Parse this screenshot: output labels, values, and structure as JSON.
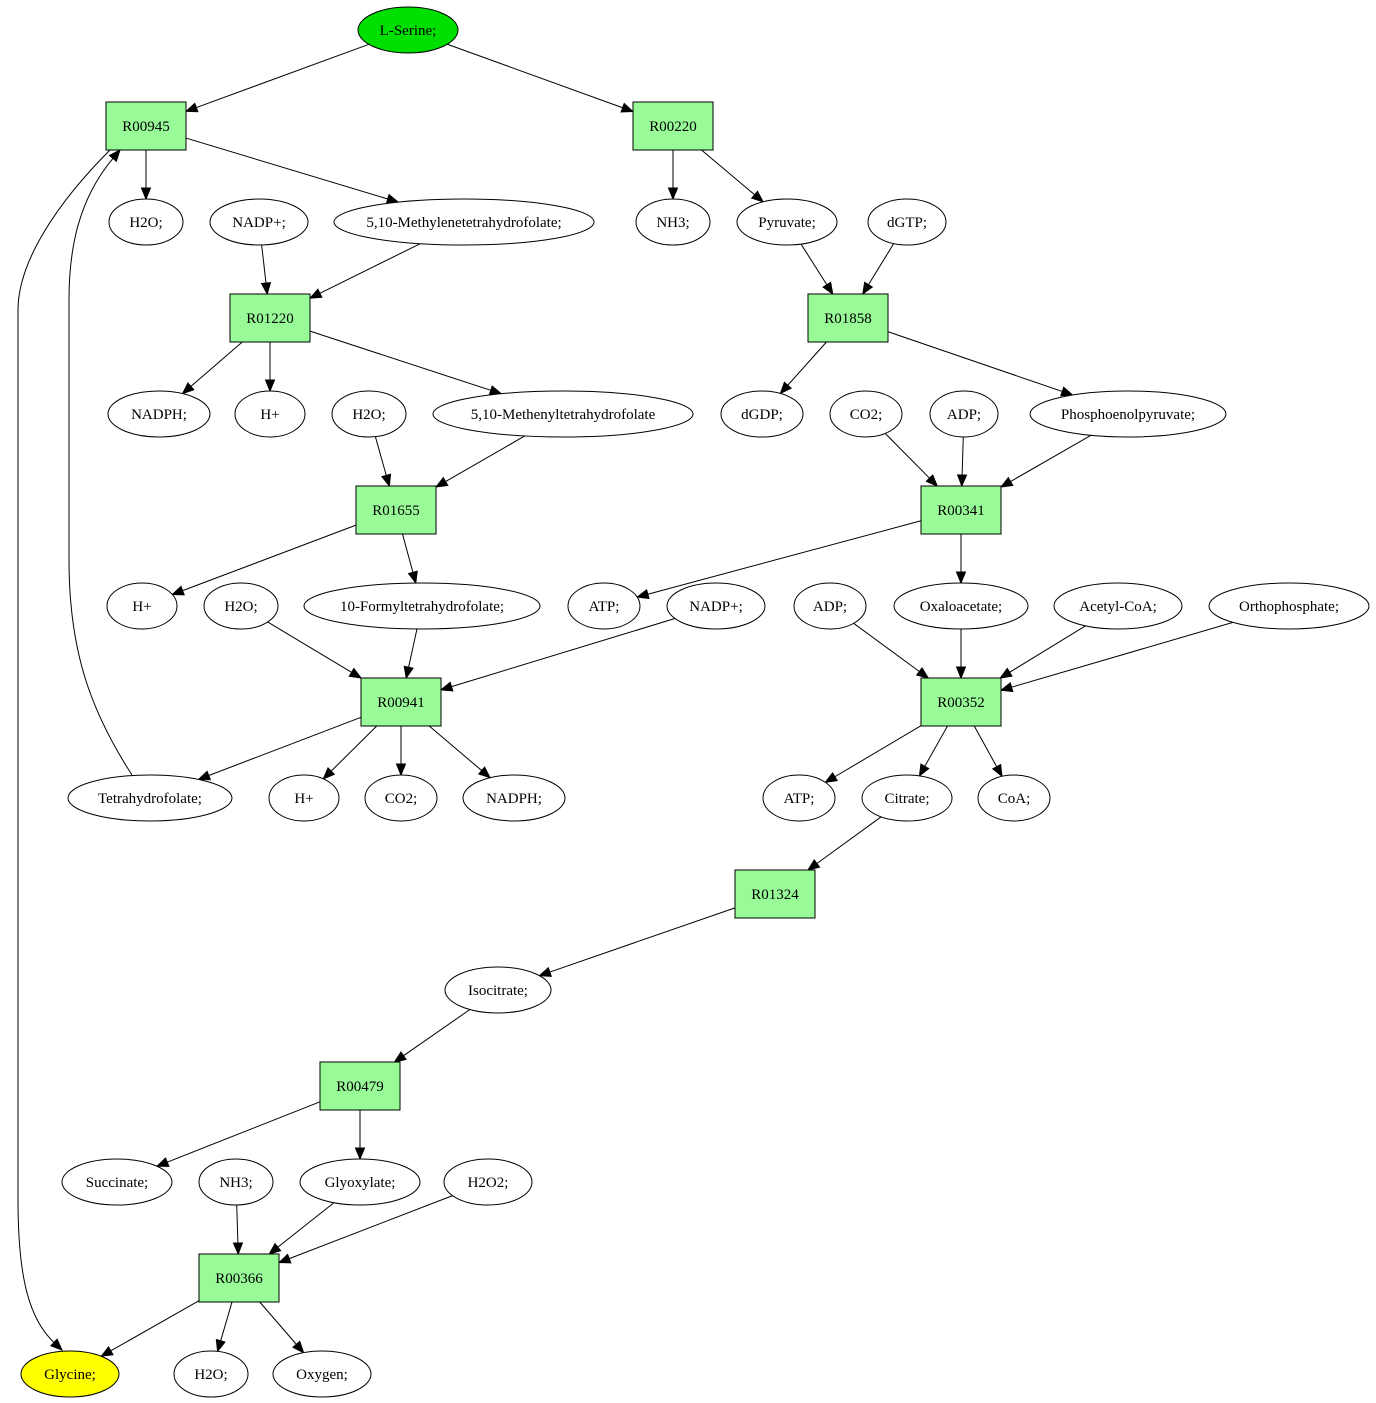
{
  "colors": {
    "start": "#00e000",
    "end": "#ffff00",
    "reaction": "#98fb98",
    "compound": "#ffffff"
  },
  "nodes": {
    "lserine": {
      "label": "L-Serine;",
      "type": "compound",
      "role": "start"
    },
    "r00945": {
      "label": "R00945",
      "type": "reaction"
    },
    "r00220": {
      "label": "R00220",
      "type": "reaction"
    },
    "h2o_a": {
      "label": "H2O;",
      "type": "compound"
    },
    "nadpp_a": {
      "label": "NADP+;",
      "type": "compound"
    },
    "mthf": {
      "label": "5,10-Methylenetetrahydrofolate;",
      "type": "compound"
    },
    "nh3_a": {
      "label": "NH3;",
      "type": "compound"
    },
    "pyruvate": {
      "label": "Pyruvate;",
      "type": "compound"
    },
    "dgtp": {
      "label": "dGTP;",
      "type": "compound"
    },
    "r01220": {
      "label": "R01220",
      "type": "reaction"
    },
    "r01858": {
      "label": "R01858",
      "type": "reaction"
    },
    "nadph_a": {
      "label": "NADPH;",
      "type": "compound"
    },
    "hplus_a": {
      "label": "H+",
      "type": "compound"
    },
    "h2o_b": {
      "label": "H2O;",
      "type": "compound"
    },
    "methenyl": {
      "label": "5,10-Methenyltetrahydrofolate",
      "type": "compound"
    },
    "dgdp": {
      "label": "dGDP;",
      "type": "compound"
    },
    "co2_a": {
      "label": "CO2;",
      "type": "compound"
    },
    "adp_a": {
      "label": "ADP;",
      "type": "compound"
    },
    "pep": {
      "label": "Phosphoenolpyruvate;",
      "type": "compound"
    },
    "r01655": {
      "label": "R01655",
      "type": "reaction"
    },
    "r00341": {
      "label": "R00341",
      "type": "reaction"
    },
    "hplus_b": {
      "label": "H+",
      "type": "compound"
    },
    "h2o_c": {
      "label": "H2O;",
      "type": "compound"
    },
    "formyl": {
      "label": "10-Formyltetrahydrofolate;",
      "type": "compound"
    },
    "atp_a": {
      "label": "ATP;",
      "type": "compound"
    },
    "nadpp_b": {
      "label": "NADP+;",
      "type": "compound"
    },
    "adp_b": {
      "label": "ADP;",
      "type": "compound"
    },
    "oxaloacetate": {
      "label": "Oxaloacetate;",
      "type": "compound"
    },
    "acetylcoa": {
      "label": "Acetyl-CoA;",
      "type": "compound"
    },
    "orthophosphate": {
      "label": "Orthophosphate;",
      "type": "compound"
    },
    "r00941": {
      "label": "R00941",
      "type": "reaction"
    },
    "r00352": {
      "label": "R00352",
      "type": "reaction"
    },
    "thf": {
      "label": "Tetrahydrofolate;",
      "type": "compound"
    },
    "hplus_c": {
      "label": "H+",
      "type": "compound"
    },
    "co2_b": {
      "label": "CO2;",
      "type": "compound"
    },
    "nadph_b": {
      "label": "NADPH;",
      "type": "compound"
    },
    "atp_b": {
      "label": "ATP;",
      "type": "compound"
    },
    "citrate": {
      "label": "Citrate;",
      "type": "compound"
    },
    "coa": {
      "label": "CoA;",
      "type": "compound"
    },
    "r01324": {
      "label": "R01324",
      "type": "reaction"
    },
    "isocitrate": {
      "label": "Isocitrate;",
      "type": "compound"
    },
    "r00479": {
      "label": "R00479",
      "type": "reaction"
    },
    "succinate": {
      "label": "Succinate;",
      "type": "compound"
    },
    "nh3_b": {
      "label": "NH3;",
      "type": "compound"
    },
    "glyoxylate": {
      "label": "Glyoxylate;",
      "type": "compound"
    },
    "h2o2": {
      "label": "H2O2;",
      "type": "compound"
    },
    "r00366": {
      "label": "R00366",
      "type": "reaction"
    },
    "glycine": {
      "label": "Glycine;",
      "type": "compound",
      "role": "end"
    },
    "h2o_d": {
      "label": "H2O;",
      "type": "compound"
    },
    "oxygen": {
      "label": "Oxygen;",
      "type": "compound"
    }
  },
  "edges": [
    [
      "lserine",
      "r00945"
    ],
    [
      "lserine",
      "r00220"
    ],
    [
      "r00945",
      "h2o_a"
    ],
    [
      "r00945",
      "mthf"
    ],
    [
      "r00220",
      "nh3_a"
    ],
    [
      "r00220",
      "pyruvate"
    ],
    [
      "nadpp_a",
      "r01220"
    ],
    [
      "mthf",
      "r01220"
    ],
    [
      "pyruvate",
      "r01858"
    ],
    [
      "dgtp",
      "r01858"
    ],
    [
      "r01220",
      "nadph_a"
    ],
    [
      "r01220",
      "hplus_a"
    ],
    [
      "r01220",
      "methenyl"
    ],
    [
      "r01858",
      "dgdp"
    ],
    [
      "r01858",
      "pep"
    ],
    [
      "h2o_b",
      "r01655"
    ],
    [
      "methenyl",
      "r01655"
    ],
    [
      "co2_a",
      "r00341"
    ],
    [
      "adp_a",
      "r00341"
    ],
    [
      "pep",
      "r00341"
    ],
    [
      "r01655",
      "hplus_b"
    ],
    [
      "r01655",
      "formyl"
    ],
    [
      "r00341",
      "atp_a"
    ],
    [
      "r00341",
      "oxaloacetate"
    ],
    [
      "h2o_c",
      "r00941"
    ],
    [
      "formyl",
      "r00941"
    ],
    [
      "nadpp_b",
      "r00941"
    ],
    [
      "adp_b",
      "r00352"
    ],
    [
      "oxaloacetate",
      "r00352"
    ],
    [
      "acetylcoa",
      "r00352"
    ],
    [
      "orthophosphate",
      "r00352"
    ],
    [
      "r00941",
      "thf"
    ],
    [
      "r00941",
      "hplus_c"
    ],
    [
      "r00941",
      "co2_b"
    ],
    [
      "r00941",
      "nadph_b"
    ],
    [
      "r00352",
      "atp_b"
    ],
    [
      "r00352",
      "citrate"
    ],
    [
      "r00352",
      "coa"
    ],
    [
      "thf",
      "r00945"
    ],
    [
      "citrate",
      "r01324"
    ],
    [
      "r01324",
      "isocitrate"
    ],
    [
      "isocitrate",
      "r00479"
    ],
    [
      "r00479",
      "succinate"
    ],
    [
      "r00479",
      "glyoxylate"
    ],
    [
      "nh3_b",
      "r00366"
    ],
    [
      "glyoxylate",
      "r00366"
    ],
    [
      "h2o2",
      "r00366"
    ],
    [
      "r00945",
      "glycine"
    ],
    [
      "r00366",
      "glycine"
    ],
    [
      "r00366",
      "h2o_d"
    ],
    [
      "r00366",
      "oxygen"
    ]
  ]
}
